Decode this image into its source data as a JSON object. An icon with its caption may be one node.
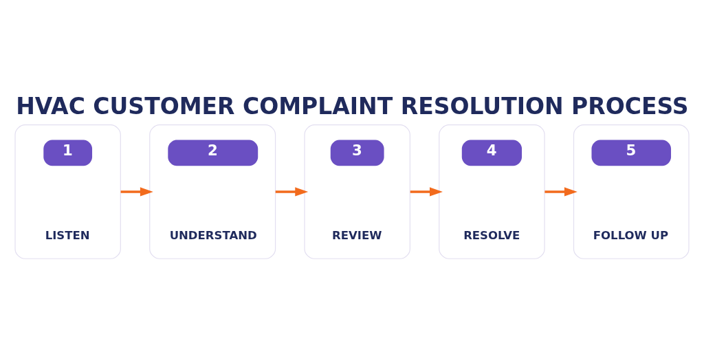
{
  "diagram": {
    "title": "HVAC CUSTOMER COMPLAINT RESOLUTION PROCESS",
    "nodes": [
      {
        "text": [
          "1",
          "LISTEN"
        ]
      },
      {
        "text": [
          "2",
          "UNDERSTAND"
        ]
      },
      {
        "text": [
          "3",
          "REVIEW"
        ]
      },
      {
        "text": [
          "4",
          "RESOLVE"
        ]
      },
      {
        "text": [
          "5",
          "FOLLOW UP"
        ]
      }
    ],
    "edges": [
      {
        "from": 0,
        "to": 1,
        "arrow": "to"
      },
      {
        "from": 1,
        "to": 2,
        "arrow": "to"
      },
      {
        "from": 2,
        "to": 3,
        "arrow": "to"
      },
      {
        "from": 3,
        "to": 4,
        "arrow": "to"
      }
    ]
  }
}
